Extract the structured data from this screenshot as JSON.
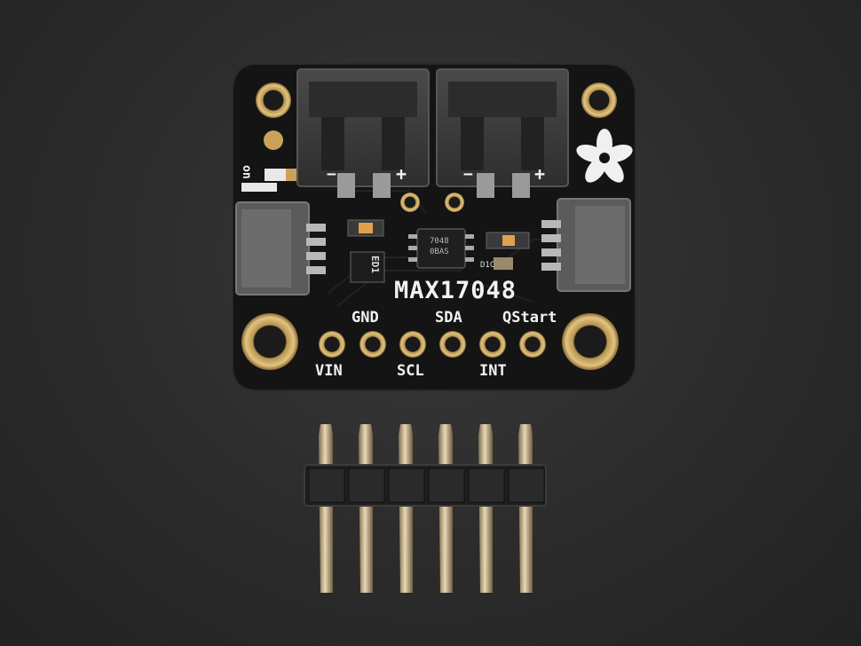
{
  "board": {
    "chip_name": "MAX17048",
    "pin_labels_top": [
      "GND",
      "SDA",
      "QStart"
    ],
    "pin_labels_bottom": [
      "VIN",
      "SCL",
      "INT"
    ],
    "ic_marking_line1": "7048",
    "ic_marking_line2": "0BAS",
    "small_marking": "D1C",
    "side_marking": "on",
    "led_marking": "ED1",
    "connector_polarity_left": [
      "−",
      "+"
    ],
    "connector_polarity_right": [
      "−",
      "+"
    ]
  },
  "header": {
    "pin_count": 6
  },
  "colors": {
    "background": "#2b2b2b",
    "pcb": "#141414",
    "gold": "#c9a35a",
    "silkscreen": "#f2f2f2",
    "connector": "#3c3c3c"
  }
}
